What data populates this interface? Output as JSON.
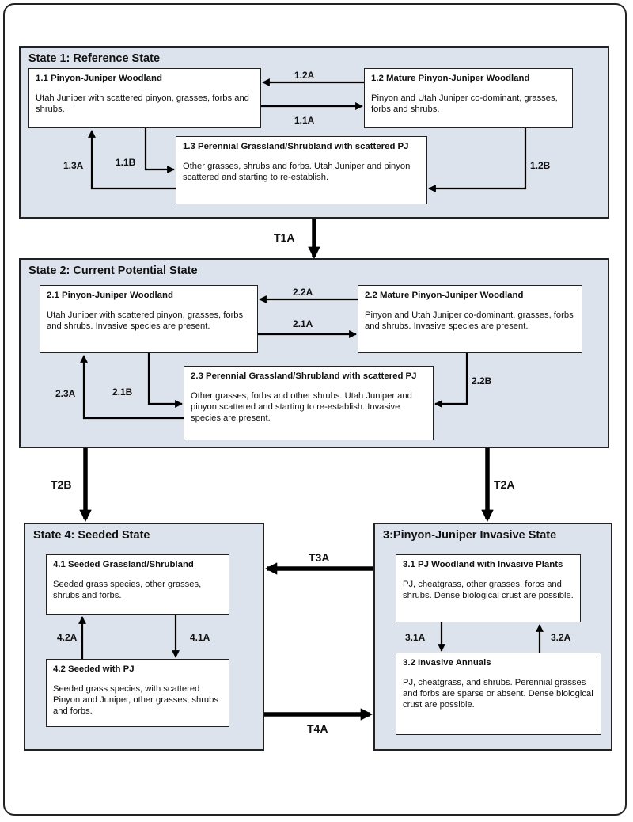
{
  "states": {
    "s1": {
      "title": "State 1: Reference State",
      "p11": {
        "title": "1.1 Pinyon-Juniper Woodland",
        "text": "Utah Juniper with scattered pinyon, grasses, forbs and shrubs."
      },
      "p12": {
        "title": "1.2 Mature Pinyon-Juniper Woodland",
        "text": "Pinyon and Utah Juniper co-dominant, grasses, forbs and shrubs."
      },
      "p13": {
        "title": "1.3 Perennial Grassland/Shrubland with scattered PJ",
        "text": "Other grasses, shrubs and forbs.  Utah Juniper and pinyon scattered and starting to re-establish."
      }
    },
    "s2": {
      "title": "State 2: Current Potential State",
      "p21": {
        "title": "2.1 Pinyon-Juniper Woodland",
        "text": "Utah Juniper with scattered pinyon, grasses, forbs and shrubs.  Invasive species are present."
      },
      "p22": {
        "title": "2.2 Mature Pinyon-Juniper Woodland",
        "text": "Pinyon and Utah Juniper co-dominant, grasses, forbs and shrubs.  Invasive species are present."
      },
      "p23": {
        "title": "2.3 Perennial Grassland/Shrubland with scattered PJ",
        "text": "Other grasses, forbs and other shrubs.  Utah Juniper and pinyon scattered and starting to re-establish. Invasive species are present."
      }
    },
    "s3": {
      "title": "3:Pinyon-Juniper Invasive State",
      "p31": {
        "title": "3.1 PJ Woodland with Invasive Plants",
        "text": "PJ, cheatgrass, other grasses, forbs and shrubs.  Dense biological crust are possible."
      },
      "p32": {
        "title": "3.2 Invasive  Annuals",
        "text": "PJ, cheatgrass,  and shrubs.  Perennial grasses and forbs are sparse or absent. Dense biological crust are possible."
      }
    },
    "s4": {
      "title": "State 4: Seeded State",
      "p41": {
        "title": "4.1 Seeded Grassland/Shrubland",
        "text": "Seeded grass species, other grasses, shrubs and forbs."
      },
      "p42": {
        "title": "4.2 Seeded  with PJ",
        "text": "Seeded grass species, with scattered Pinyon and Juniper, other grasses, shrubs and forbs."
      }
    }
  },
  "pathways": {
    "a12A": "1.2A",
    "a11A": "1.1A",
    "a13A": "1.3A",
    "a11B": "1.1B",
    "a12B": "1.2B",
    "a22A": "2.2A",
    "a21A": "2.1A",
    "a23A": "2.3A",
    "a21B": "2.1B",
    "a22B": "2.2B",
    "a31A": "3.1A",
    "a32A": "3.2A",
    "a42A": "4.2A",
    "a41A": "4.1A"
  },
  "transitions": {
    "T1A": "T1A",
    "T2B": "T2B",
    "T2A": "T2A",
    "T3A": "T3A",
    "T4A": "T4A"
  },
  "colors": {
    "state_fill": "#dde3ec",
    "phase_fill": "#ffffff",
    "line": "#000000"
  }
}
